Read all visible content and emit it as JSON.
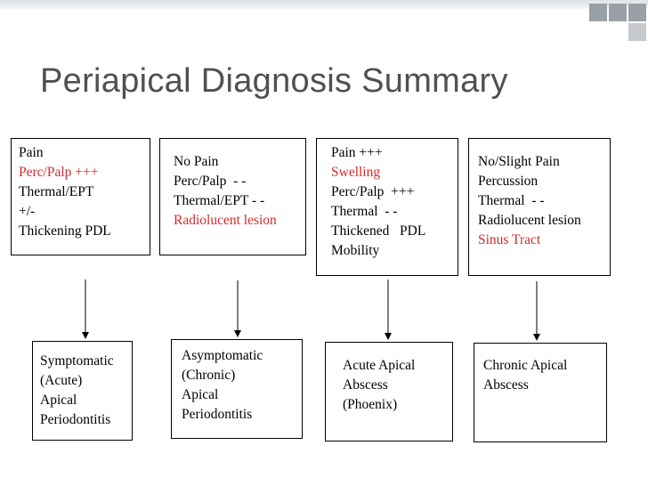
{
  "title": "Periapical Diagnosis Summary",
  "colors": {
    "title": "#505050",
    "highlight": "#d62a2a",
    "border": "#000000"
  },
  "findings": [
    {
      "lines": [
        {
          "text": "Pain",
          "red": false
        },
        {
          "text": "Perc/Palp +++",
          "red": true
        },
        {
          "text": "Thermal/EPT",
          "red": false
        },
        {
          "text": "+/-",
          "red": false
        },
        {
          "text": "Thickening PDL",
          "red": false
        }
      ]
    },
    {
      "lines": [
        {
          "text": "No Pain",
          "red": false
        },
        {
          "text": "Perc/Palp  - -",
          "red": false
        },
        {
          "text": "Thermal/EPT - -",
          "red": false
        },
        {
          "text": "Radiolucent lesion",
          "red": true
        }
      ]
    },
    {
      "lines": [
        {
          "text": "Pain +++",
          "red": false
        },
        {
          "text": "Swelling",
          "red": true
        },
        {
          "text": "Perc/Palp  +++",
          "red": false
        },
        {
          "text": "Thermal  - -",
          "red": false
        },
        {
          "text": "Thickened   PDL",
          "red": false
        },
        {
          "text": "Mobility",
          "red": false
        }
      ]
    },
    {
      "lines": [
        {
          "text": "No/Slight Pain",
          "red": false
        },
        {
          "text": "Percussion",
          "red": false
        },
        {
          "text": "Thermal  - -",
          "red": false
        },
        {
          "text": "Radiolucent lesion",
          "red": false
        },
        {
          "text": "Sinus Tract",
          "red": true
        }
      ]
    }
  ],
  "diagnoses": [
    {
      "lines": [
        "Symptomatic",
        "(Acute)",
        "Apical",
        "Periodontitis"
      ]
    },
    {
      "lines": [
        "Asymptomatic",
        "(Chronic)",
        "Apical",
        "Periodontitis"
      ]
    },
    {
      "lines": [
        "Acute Apical",
        "Abscess",
        "(Phoenix)"
      ]
    },
    {
      "lines": [
        "Chronic Apical",
        "Abscess"
      ]
    }
  ]
}
